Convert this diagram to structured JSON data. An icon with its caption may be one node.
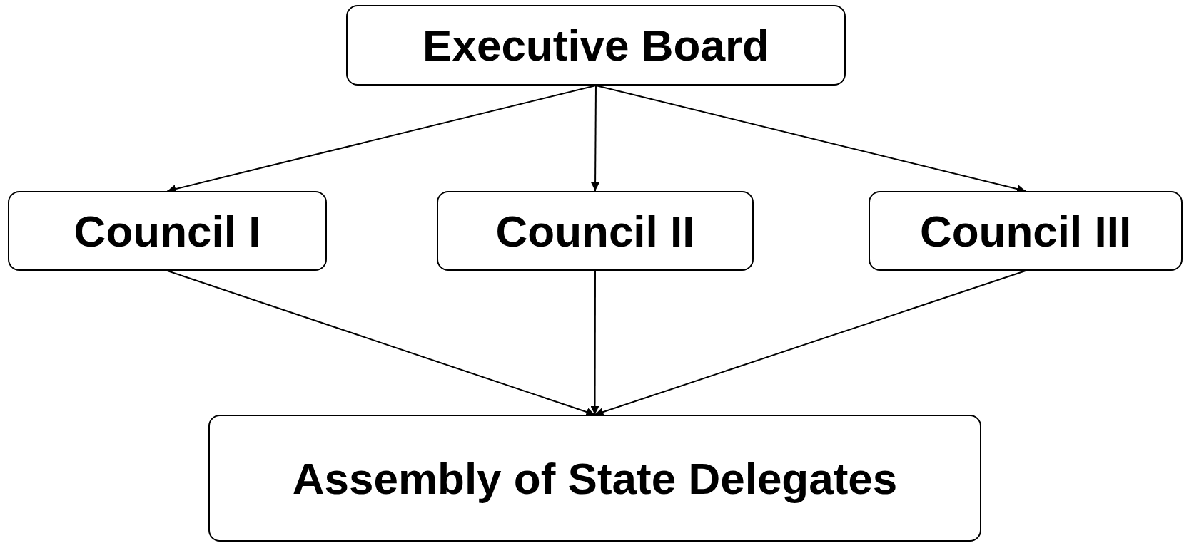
{
  "diagram": {
    "nodes": [
      {
        "text": [
          "Executive Board"
        ]
      },
      {
        "text": [
          "Council I"
        ]
      },
      {
        "text": [
          "Council II"
        ]
      },
      {
        "text": [
          "Council III"
        ]
      },
      {
        "text": [
          "Assembly of State Delegates"
        ]
      }
    ],
    "edges": [
      {
        "from": 0,
        "to": 1,
        "arrow": "to"
      },
      {
        "from": 0,
        "to": 2,
        "arrow": "to"
      },
      {
        "from": 0,
        "to": 3,
        "arrow": "to"
      },
      {
        "from": 1,
        "to": 4,
        "arrow": "to"
      },
      {
        "from": 2,
        "to": 4,
        "arrow": "to"
      },
      {
        "from": 3,
        "to": 4,
        "arrow": "to"
      }
    ]
  }
}
